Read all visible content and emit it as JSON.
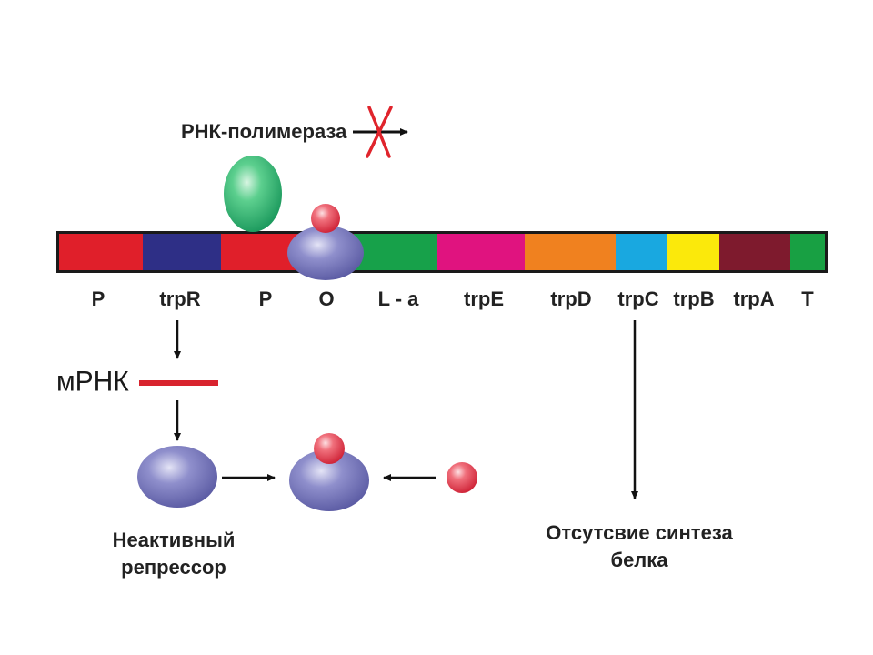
{
  "labels": {
    "rna_polymerase": "РНК-полимераза",
    "mrna": "мРНК",
    "inactive_repressor_line1": "Неактивный",
    "inactive_repressor_line2": "репрессор",
    "no_protein_line1": "Отсутсвие синтеза",
    "no_protein_line2": "белка"
  },
  "genes": [
    {
      "label": "P",
      "color": "#e01f2a"
    },
    {
      "label": "trpR",
      "color": "#2e2f86"
    },
    {
      "label": "P",
      "color": "#e01f2a"
    },
    {
      "label": "O",
      "color": "#8a88c0"
    },
    {
      "label": "L - a",
      "color": "#17a14a"
    },
    {
      "label": "trpE",
      "color": "#e0137f"
    },
    {
      "label": "trpD",
      "color": "#f0811f"
    },
    {
      "label": "trpC",
      "color": "#19a8e0"
    },
    {
      "label": "trpB",
      "color": "#fbe90b"
    },
    {
      "label": "trpA",
      "color": "#7e1a2d"
    },
    {
      "label": "T",
      "color": "#18a043"
    }
  ],
  "colors": {
    "polymerase": "#2db36a",
    "repressor": "#6f6fb0",
    "tryptophan": "#e8404f",
    "mrna_line": "#d8232e",
    "block_cross": "#e0242c"
  }
}
